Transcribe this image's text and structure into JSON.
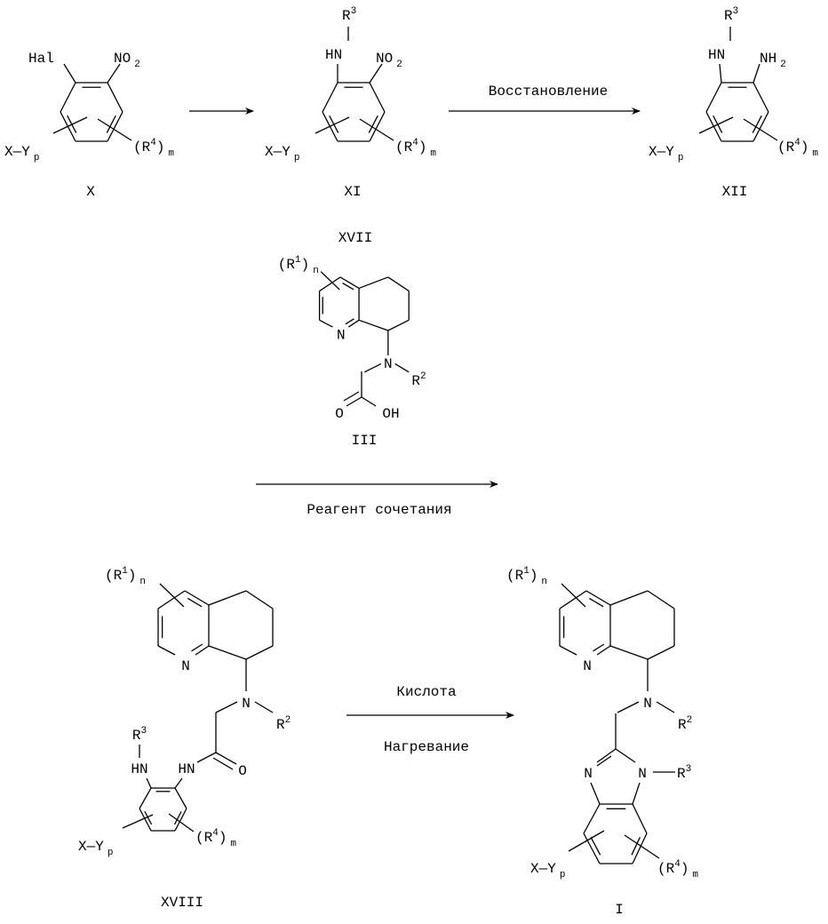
{
  "compounds": {
    "X": "X",
    "XI": "XI",
    "XII": "XII",
    "XVII": "XVII",
    "III": "III",
    "XVIII": "XVIII",
    "I": "I"
  },
  "conditions": {
    "reduction": "Восстановление",
    "coupling": "Реагент сочетания",
    "acid": "Кислота",
    "heating": "Нагревание"
  },
  "atoms": {
    "hal": {
      "main": "Hal"
    },
    "nitro": {
      "main": "NO",
      "sub": "2"
    },
    "amino": {
      "main": "NH",
      "sub": "2"
    },
    "hn": {
      "main": "HN"
    },
    "n": {
      "main": "N"
    },
    "o": {
      "main": "O"
    },
    "oh": {
      "main": "OH"
    },
    "r1": {
      "main": "(R",
      "sup": "1",
      "close": ")",
      "sub": "n"
    },
    "r2": {
      "main": "R",
      "sup": "2"
    },
    "r3": {
      "main": "R",
      "sup": "3"
    },
    "r4": {
      "main": "(R",
      "sup": "4",
      "close": ")",
      "sub": "m"
    },
    "xy": {
      "main": "X—Y",
      "sub": "p"
    }
  },
  "colors": {
    "ink": "#000000",
    "background": "#ffffff"
  }
}
